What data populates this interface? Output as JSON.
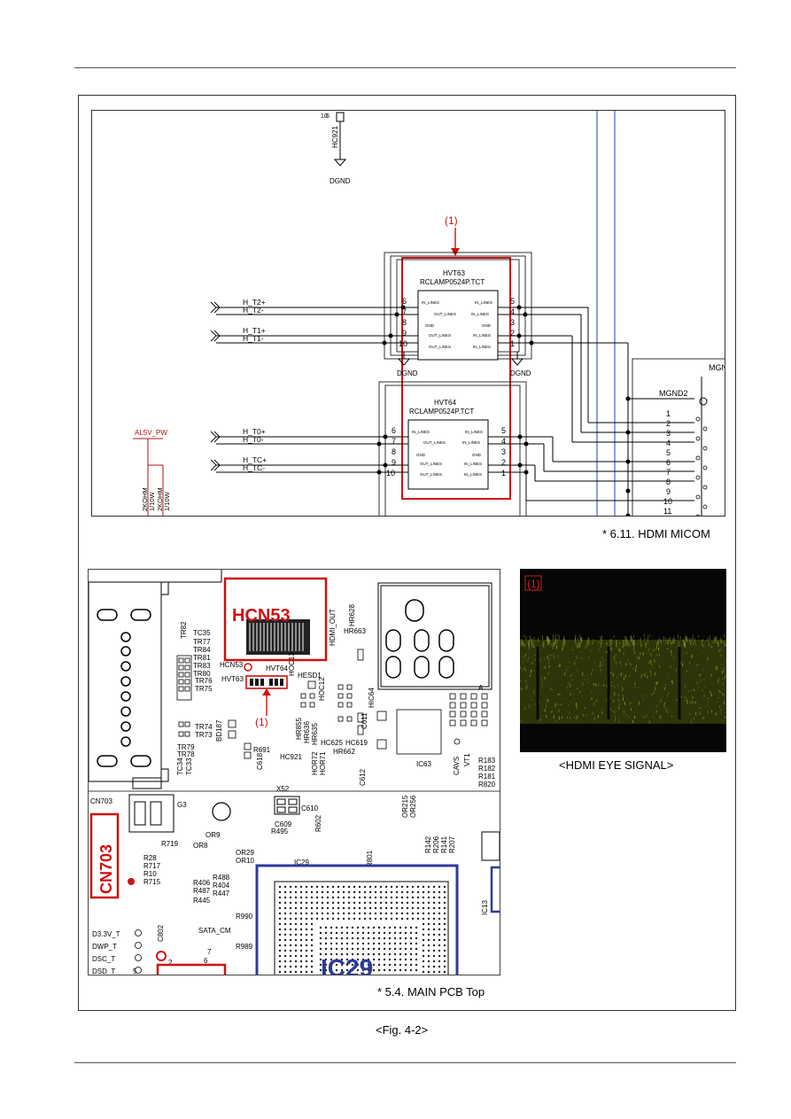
{
  "schematic": {
    "caption": "* 6.11. HDMI MICOM",
    "marker": "(1)",
    "gnd_labels": [
      "DGND",
      "DGND",
      "DGND"
    ],
    "hc921": "HC921",
    "pin_10": "10",
    "pin_6": "6",
    "chip1": {
      "ref": "HVT63",
      "part": "RCLAMP0524P.TCT",
      "pins_left": [
        "6",
        "7",
        "8",
        "9",
        "10"
      ],
      "pins_right": [
        "5",
        "4",
        "3",
        "2",
        "1"
      ],
      "inner_left": [
        "IN_LINES",
        "OUT_LINES",
        "GND",
        "OUT_LINES",
        "OUT_LINES"
      ],
      "inner_right": [
        "IN_LINES",
        "IN_LINES",
        "GND",
        "IN_LINES",
        "IN_LINES"
      ]
    },
    "chip2": {
      "ref": "HVT64",
      "part": "RCLAMP0524P.TCT",
      "pins_left": [
        "6",
        "7",
        "8",
        "9",
        "10"
      ],
      "pins_right": [
        "5",
        "4",
        "3",
        "2",
        "1"
      ],
      "inner_left": [
        "IN_LINES",
        "OUT_LINES",
        "GND",
        "OUT_LINES",
        "OUT_LINES"
      ],
      "inner_right": [
        "IN_LINES",
        "IN_LINES",
        "GND",
        "IN_LINES",
        "IN_LINES"
      ]
    },
    "nets": [
      "H_T2+",
      "H_T2-",
      "H_T1+",
      "H_T1-",
      "H_T0+",
      "H_T0-",
      "H_TC+",
      "H_TC-"
    ],
    "power": "AL5V_PW",
    "resistors": [
      "2KOHM",
      "1/10W",
      "2KOHM",
      "1/10W"
    ],
    "connector": "MGND2",
    "connector_partial": "MGN",
    "connector_pins": [
      "1",
      "2",
      "3",
      "4",
      "5",
      "6",
      "7",
      "8",
      "9",
      "10",
      "11"
    ]
  },
  "pcb": {
    "caption": "* 5.4. MAIN PCB Top",
    "hcn53": "HCN53",
    "cn703": "CN703",
    "ic29": "IC29",
    "marker": "(1)",
    "labels": {
      "hdmi_out": "HDMI_OUT",
      "hr628": "HR628",
      "hr663": "HR663",
      "hic64": "HIC64",
      "hvt64": "HVT64",
      "hvt63": "HVT63",
      "hcn53_small": "HCN53",
      "hesd1": "HESD1",
      "hoc13": "HOC13",
      "hoc12": "HOC12",
      "tr": [
        "TR82",
        "TR77",
        "TR84",
        "TR81",
        "TR83",
        "TR80"
      ],
      "tc35": "TC35",
      "tr76": "TR76",
      "tr75": "TR75",
      "tr74": "TR74",
      "tr73": "TR73",
      "tr79": "TR79",
      "tr78": "TR78",
      "tc34": "TC34",
      "tc33": "TC33",
      "bd187": "BD187",
      "r691": "R691",
      "c618": "C618",
      "hr855": "HR855",
      "hr636": "HR636",
      "hr635": "HR635",
      "c611": "C611",
      "hc625": "HC625",
      "hc619": "HC619",
      "hr662": "HR662",
      "hc921": "HC921",
      "hor72": "HOR72",
      "hor71": "HOR71",
      "ic63": "IC63",
      "cavs": "CAVS",
      "vt1": "VT1",
      "c612": "C612",
      "a": "A",
      "r183": "R183",
      "r182": "R182",
      "r181": "R181",
      "r820": "R820",
      "x52": "X52",
      "c610": "C610",
      "c609": "C609",
      "r495": "R495",
      "r602": "R602",
      "r215": "OR215",
      "r256": "OR256",
      "g3": "G3",
      "cn703_small": "CN703",
      "r719": "R719",
      "or9": "OR9",
      "or8": "OR8",
      "or29": "OR29",
      "or10": "OR10",
      "r28": "R28",
      "r717": "R717",
      "r10": "R10",
      "r715": "R715",
      "r488": "R488",
      "r406": "R406",
      "r404": "R404",
      "r487": "R487",
      "r447": "R447",
      "r445": "R445",
      "r990": "R990",
      "r989": "R989",
      "sata_cm": "SATA_CM",
      "c802": "C802",
      "d33v": "D3.3V_T",
      "dwp": "DWP_T",
      "dsc": "DSC_T",
      "dsd": "DSD_T",
      "ic29_small": "IC29",
      "ic13": "IC13",
      "r801": "R801",
      "r142": "R142",
      "r206": "R206",
      "r141": "R141",
      "r207": "R207",
      "num_2": "2",
      "num_6": "6",
      "num_7": "7",
      "num_5": "5"
    }
  },
  "eye": {
    "marker": "(1)",
    "caption": "<HDMI EYE SIGNAL>",
    "trace_color": "#8a9a2a"
  },
  "figure_caption": "<Fig. 4-2>"
}
